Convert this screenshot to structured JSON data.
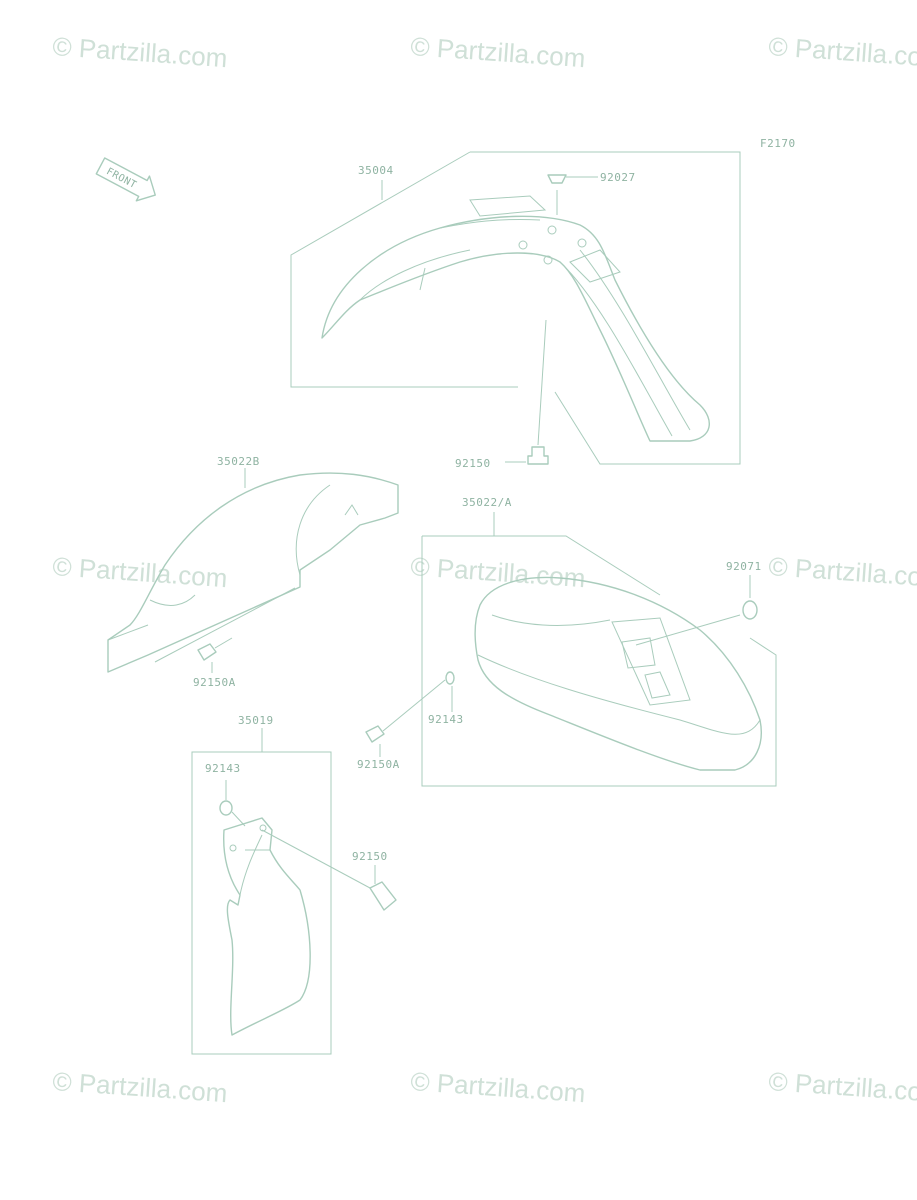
{
  "figure_code": "F2170",
  "front_arrow_label": "FRONT",
  "watermark_text": "© Partzilla.com",
  "colors": {
    "line": "#a9ccbc",
    "text": "#8fb3a2",
    "watermark": "#cfe0d7"
  },
  "parts": [
    {
      "id": "p1",
      "number": "35004"
    },
    {
      "id": "p2",
      "number": "92027"
    },
    {
      "id": "p3",
      "number": "92150"
    },
    {
      "id": "p4",
      "number": "35022B"
    },
    {
      "id": "p5",
      "number": "92150A"
    },
    {
      "id": "p6",
      "number": "35022/A"
    },
    {
      "id": "p7",
      "number": "92071"
    },
    {
      "id": "p8",
      "number": "92143"
    },
    {
      "id": "p9",
      "number": "92150A"
    },
    {
      "id": "p10",
      "number": "35019"
    },
    {
      "id": "p11",
      "number": "92143"
    },
    {
      "id": "p12",
      "number": "92150"
    }
  ]
}
